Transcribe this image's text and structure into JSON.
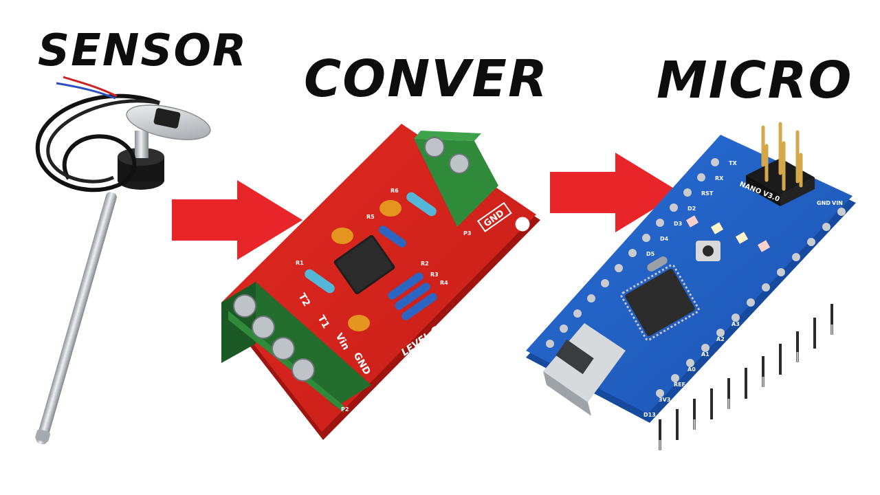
{
  "titles": {
    "sensor": "SENSOR",
    "converter": "CONVER",
    "micro": "MICRO"
  },
  "converter_board": {
    "label": "LEVEL SENSOR CONVERTER",
    "terminal_labels": [
      "T2",
      "T1",
      "Vin",
      "GND"
    ],
    "top_terminal_label": "GND",
    "designators": [
      "R1",
      "R2",
      "R3",
      "R4",
      "R5",
      "R6",
      "P2",
      "P3"
    ]
  },
  "micro_board": {
    "label": "NANO V3.0",
    "pins": [
      "TX",
      "RX",
      "RST",
      "GND",
      "VIN",
      "D2",
      "D3",
      "D4",
      "D5",
      "A0",
      "A1",
      "A2",
      "A3",
      "REF",
      "3V3",
      "D13"
    ]
  },
  "colors": {
    "arrow": "#e8262a",
    "pcb_red": "#d9251d",
    "terminal_green": "#2f8a3a",
    "nano_blue": "#1f5fc4",
    "title_text": "#0d0d0d"
  },
  "icons": [
    "right-arrow-icon",
    "right-arrow-icon"
  ]
}
